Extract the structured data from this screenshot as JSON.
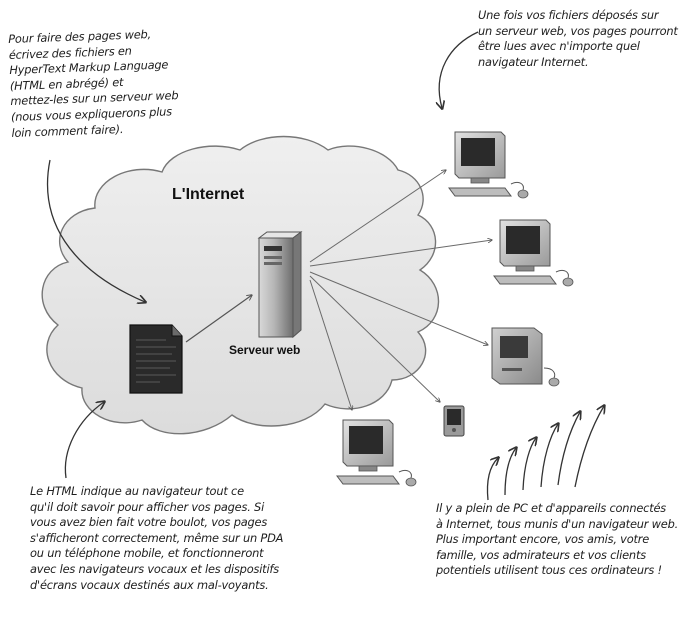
{
  "cloud_label": "L'Internet",
  "server_label": "Serveur web",
  "notes": {
    "top_left": [
      "Pour faire des pages web,",
      "écrivez des fichiers en",
      "HyperText Markup Language",
      "(HTML en abrégé) et",
      "mettez-les sur un serveur web",
      "(nous vous expliquerons plus",
      "loin comment faire)."
    ],
    "top_right": [
      "Une fois vos fichiers déposés sur",
      "un serveur web, vos pages pourront",
      "être lues avec n'importe quel",
      "navigateur Internet."
    ],
    "bottom_left": [
      "Le HTML indique au navigateur tout ce",
      "qu'il doit savoir pour afficher vos pages. Si",
      "vous avez bien fait votre boulot, vos pages",
      "s'afficheront correctement, même sur un PDA",
      "ou un téléphone mobile, et fonctionneront",
      "avec les navigateurs vocaux et les dispositifs",
      "d'écrans vocaux destinés aux mal-voyants."
    ],
    "bottom_right": [
      "Il y a plein de PC et d'appareils connectés",
      "à Internet, tous munis d'un navigateur web.",
      "Plus important encore, vos amis, votre",
      "famille, vos admirateurs et vos clients",
      "potentiels utilisent tous ces ordinateurs !"
    ]
  }
}
